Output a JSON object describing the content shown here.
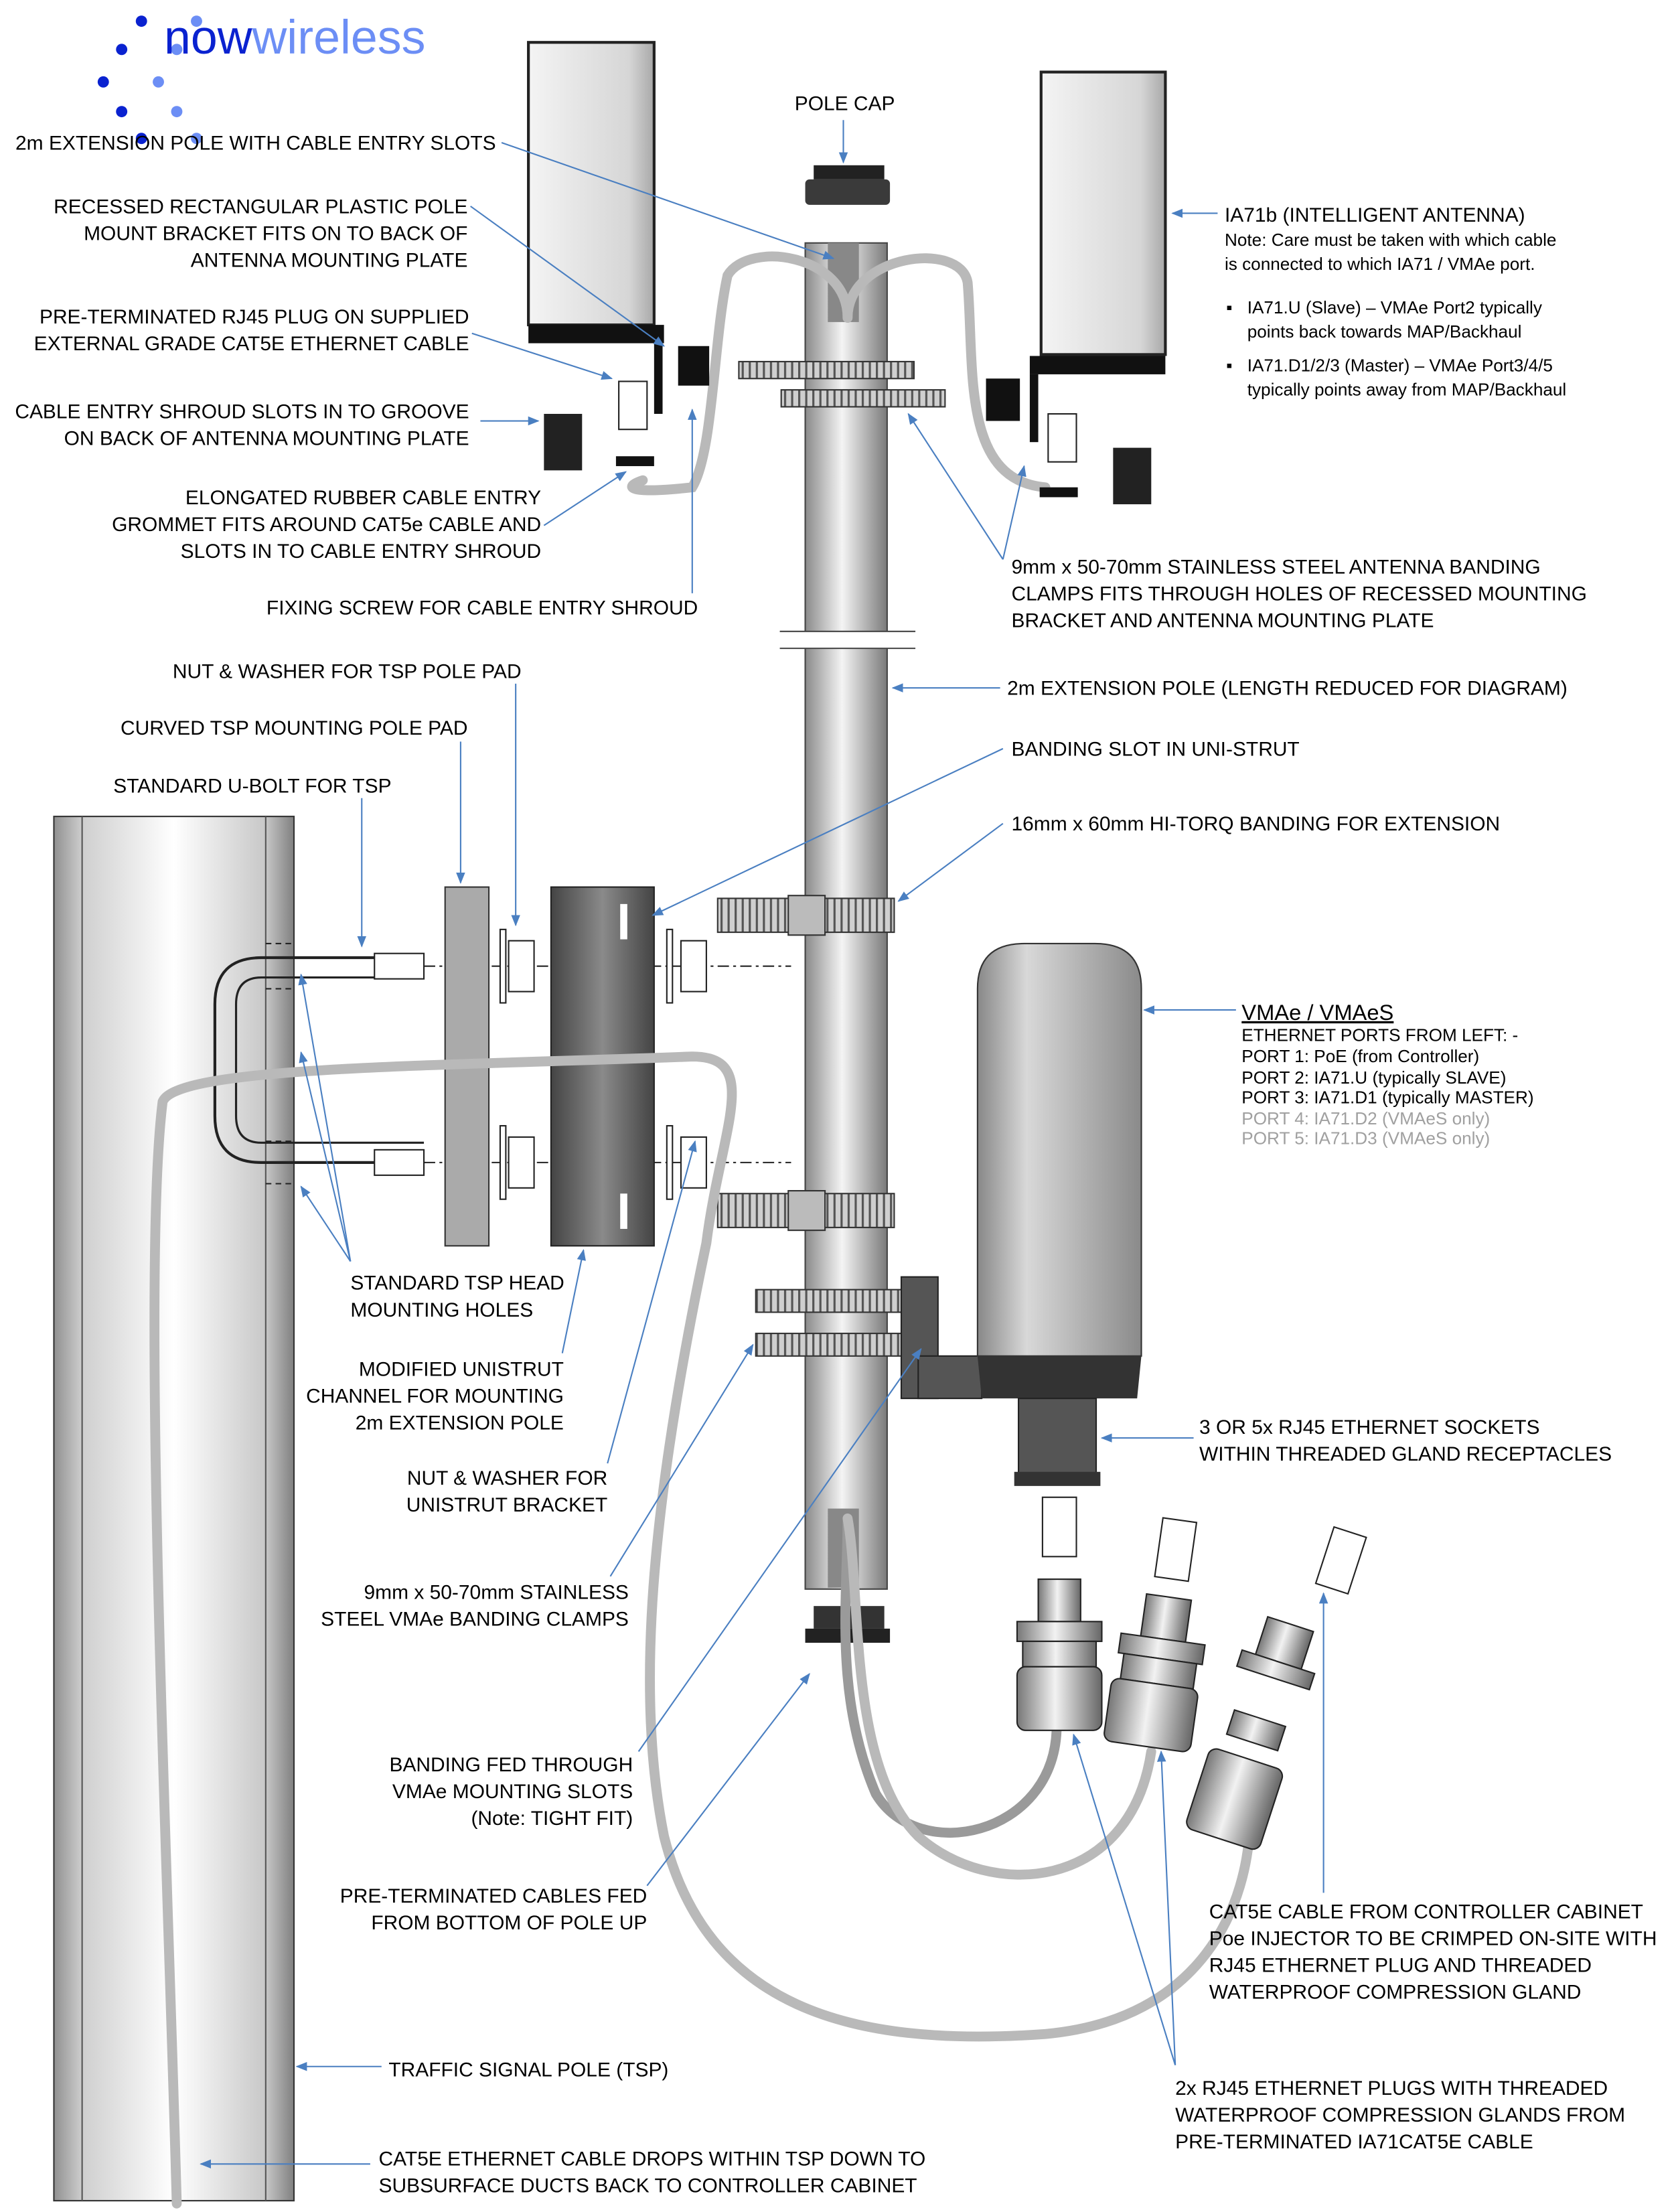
{
  "logo": {
    "part1": "now",
    "part2": "wireless",
    "color_dark": "#0a22d0",
    "color_light": "#6c8ef5"
  },
  "colors": {
    "leader": "#4a7fc1",
    "text": "#000000",
    "muted_text": "#a0a0a0",
    "cable": "#b9b9b9"
  },
  "labels": {
    "ext_pole_slots": [
      "2m EXTENSION POLE WITH CABLE ENTRY SLOTS"
    ],
    "recessed_bracket": [
      "RECESSED RECTANGULAR PLASTIC POLE",
      "MOUNT BRACKET  FITS ON TO BACK OF",
      "ANTENNA MOUNTING PLATE"
    ],
    "rj45_plug": [
      "PRE-TERMINATED RJ45 PLUG ON SUPPLIED",
      "EXTERNAL GRADE CAT5E ETHERNET CABLE"
    ],
    "entry_shroud": [
      "CABLE ENTRY SHROUD SLOTS IN TO GROOVE",
      "ON BACK OF ANTENNA MOUNTING PLATE"
    ],
    "grommet": [
      "ELONGATED RUBBER CABLE ENTRY",
      "GROMMET FITS AROUND CAT5e CABLE AND",
      "SLOTS IN TO CABLE ENTRY SHROUD"
    ],
    "fixing_screw": [
      "FIXING SCREW FOR CABLE ENTRY SHROUD"
    ],
    "nut_washer_tsp": [
      "NUT & WASHER FOR TSP POLE PAD"
    ],
    "curved_pad": [
      "CURVED TSP MOUNTING POLE PAD"
    ],
    "ubolt": [
      "STANDARD U-BOLT FOR TSP"
    ],
    "tsp_holes": [
      "STANDARD TSP HEAD",
      "MOUNTING HOLES"
    ],
    "unistrut": [
      "MODIFIED UNISTRUT",
      "CHANNEL FOR MOUNTING",
      "2m EXTENSION POLE"
    ],
    "nut_washer_unistrut": [
      "NUT & WASHER FOR",
      "UNISTRUT BRACKET"
    ],
    "vmae_clamps": [
      "9mm x 50-70mm STAINLESS",
      "STEEL VMAe BANDING CLAMPS"
    ],
    "banding_fed": [
      "BANDING FED THROUGH",
      "VMAe MOUNTING SLOTS",
      "(Note: TIGHT FIT)"
    ],
    "cables_fed": [
      "PRE-TERMINATED CABLES FED",
      "FROM BOTTOM OF POLE UP"
    ],
    "tsp": [
      "TRAFFIC SIGNAL POLE (TSP)"
    ],
    "cable_drops": [
      "CAT5E ETHERNET CABLE DROPS WITHIN TSP DOWN TO",
      "SUBSURFACE DUCTS BACK TO CONTROLLER CABINET"
    ],
    "pole_cap": [
      "POLE CAP"
    ],
    "antenna_clamps": [
      "9mm x 50-70mm STAINLESS STEEL ANTENNA BANDING",
      "CLAMPS FITS THROUGH HOLES OF RECESSED MOUNTING",
      "BRACKET AND ANTENNA MOUNTING PLATE"
    ],
    "ext_pole_reduced": [
      "2m EXTENSION POLE (LENGTH REDUCED FOR DIAGRAM)"
    ],
    "banding_slot": [
      "BANDING SLOT IN UNI-STRUT"
    ],
    "hitorq": [
      "16mm x 60mm HI-TORQ BANDING FOR EXTENSION"
    ],
    "rj45_sockets": [
      "3 OR 5x RJ45 ETHERNET SOCKETS",
      "WITHIN THREADED GLAND RECEPTACLES"
    ],
    "controller_cable": [
      "CAT5E CABLE FROM CONTROLLER CABINET",
      "Poe INJECTOR TO BE CRIMPED ON-SITE WITH",
      "RJ45 ETHERNET PLUG AND THREADED",
      "WATERPROOF COMPRESSION GLAND"
    ],
    "plugs_glands": [
      "2x RJ45 ETHERNET PLUGS WITH THREADED",
      "WATERPROOF COMPRESSION GLANDS FROM",
      "PRE-TERMINATED IA71CAT5E CABLE"
    ]
  },
  "ia71b": {
    "title": "IA71b (INTELLIGENT ANTENNA)",
    "note": [
      "Note: Care must be taken with which cable",
      "is connected to which IA71 / VMAe port."
    ],
    "bullets": [
      [
        "IA71.U (Slave) – VMAe Port2 typically",
        "points back towards MAP/Backhaul"
      ],
      [
        "IA71.D1/2/3 (Master) – VMAe Port3/4/5",
        "typically points away from MAP/Backhaul"
      ]
    ]
  },
  "vmae": {
    "title": "VMAe / VMAeS",
    "lines": [
      "ETHERNET PORTS FROM LEFT: -",
      "PORT 1: PoE (from Controller)",
      "PORT 2: IA71.U (typically SLAVE)",
      "PORT 3: IA71.D1 (typically MASTER)"
    ],
    "muted_lines": [
      "PORT 4: IA71.D2 (VMAeS only)",
      "PORT 5: IA71.D3 (VMAeS only)"
    ]
  }
}
